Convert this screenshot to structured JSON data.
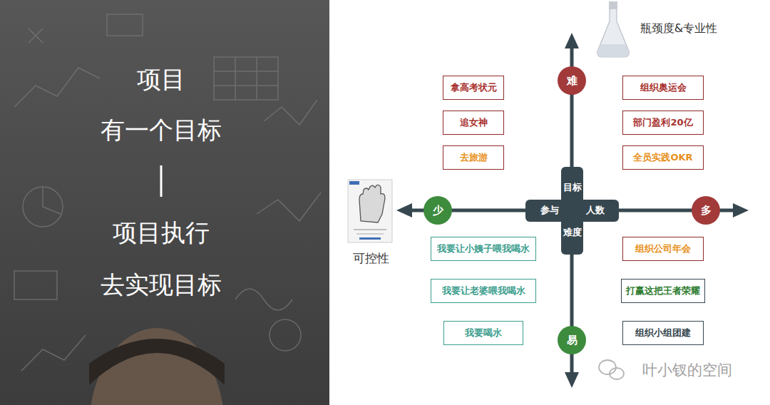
{
  "diagram": {
    "nodes": [
      {
        "text": [
          "拿高考状元"
        ]
      },
      {
        "text": [
          "追女神"
        ]
      },
      {
        "text": [
          "去旅游"
        ]
      },
      {
        "text": [
          "组织奥运会"
        ]
      },
      {
        "text": [
          "部门盈利20亿"
        ]
      },
      {
        "text": [
          "全员实践OKR"
        ]
      },
      {
        "text": [
          "难"
        ]
      },
      {
        "text": [
          "目标",
          "参与",
          "人数",
          "难度"
        ]
      },
      {
        "text": [
          "少"
        ]
      },
      {
        "text": [
          "多"
        ]
      },
      {
        "text": [
          "我要让小姨子喂我喝水"
        ]
      },
      {
        "text": [
          "我要让老婆喂我喝水"
        ]
      },
      {
        "text": [
          "我要喝水"
        ]
      },
      {
        "text": [
          "组织公司年会"
        ]
      },
      {
        "text": [
          "打赢这把王者荣耀"
        ]
      },
      {
        "text": [
          "组织小组团建"
        ]
      },
      {
        "text": [
          "易"
        ]
      }
    ],
    "labels": [
      "项目",
      "有一个目标",
      "项目执行",
      "去实现目标",
      "瓶颈度&专业性",
      "可控性",
      "叶小钗的空间"
    ]
  }
}
